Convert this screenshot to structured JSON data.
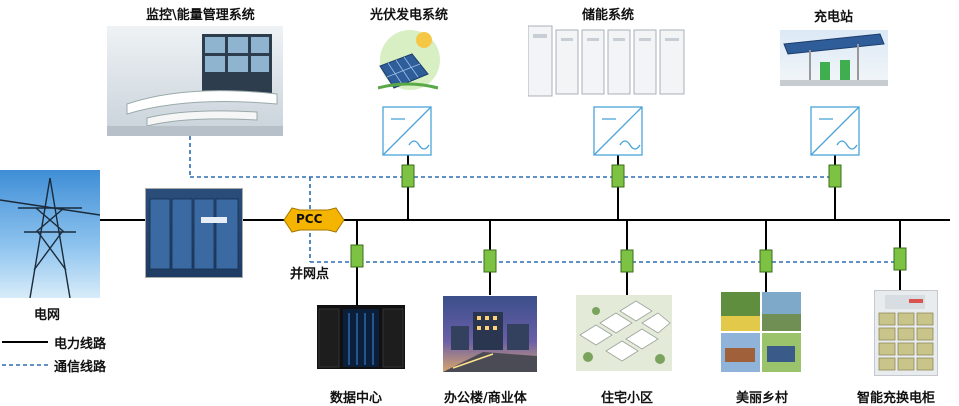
{
  "labels": {
    "monitor": "监控\\能量管理系统",
    "pv": "光伏发电系统",
    "storage": "储能系统",
    "charging": "充电站",
    "grid": "电网",
    "pcc": "PCC",
    "pcc_point": "并网点",
    "datacenter": "数据中心",
    "office": "办公楼/商业体",
    "residential": "住宅小区",
    "village": "美丽乡村",
    "battery_cabinet": "智能充换电柜"
  },
  "legend": {
    "power_line": "电力线路",
    "comm_line": "通信线路"
  },
  "colors": {
    "power_line": "#000000",
    "comm_line": "#2b6cb0",
    "breaker": "#7dc242",
    "pcc_fill": "#f5b400"
  }
}
